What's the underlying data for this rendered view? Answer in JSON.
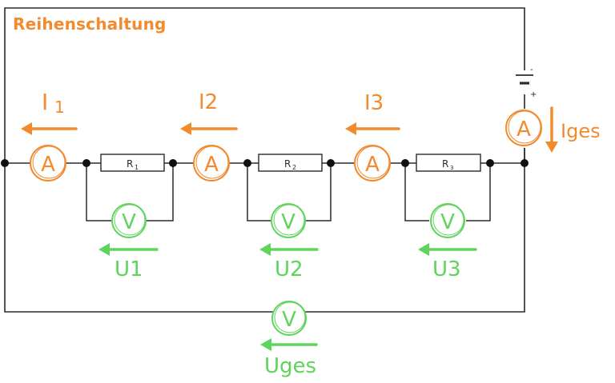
{
  "title": "Reihenschaltung",
  "colors": {
    "wire": "#2a2a2a",
    "current": "#f28a2e",
    "voltage": "#5fd45c"
  },
  "battery": {
    "minus": "-",
    "plus": "+"
  },
  "resistors": [
    {
      "name": "R",
      "sub": "1"
    },
    {
      "name": "R",
      "sub": "2"
    },
    {
      "name": "R",
      "sub": "3"
    }
  ],
  "ammeter_symbol": "A",
  "voltmeter_symbol": "V",
  "currents": [
    {
      "main": "I",
      "sub": "1"
    },
    {
      "main": "I2",
      "sub": ""
    },
    {
      "main": "I3",
      "sub": ""
    }
  ],
  "voltages": [
    "U1",
    "U2",
    "U3"
  ],
  "total_current": "Iges",
  "total_voltage": "Uges"
}
